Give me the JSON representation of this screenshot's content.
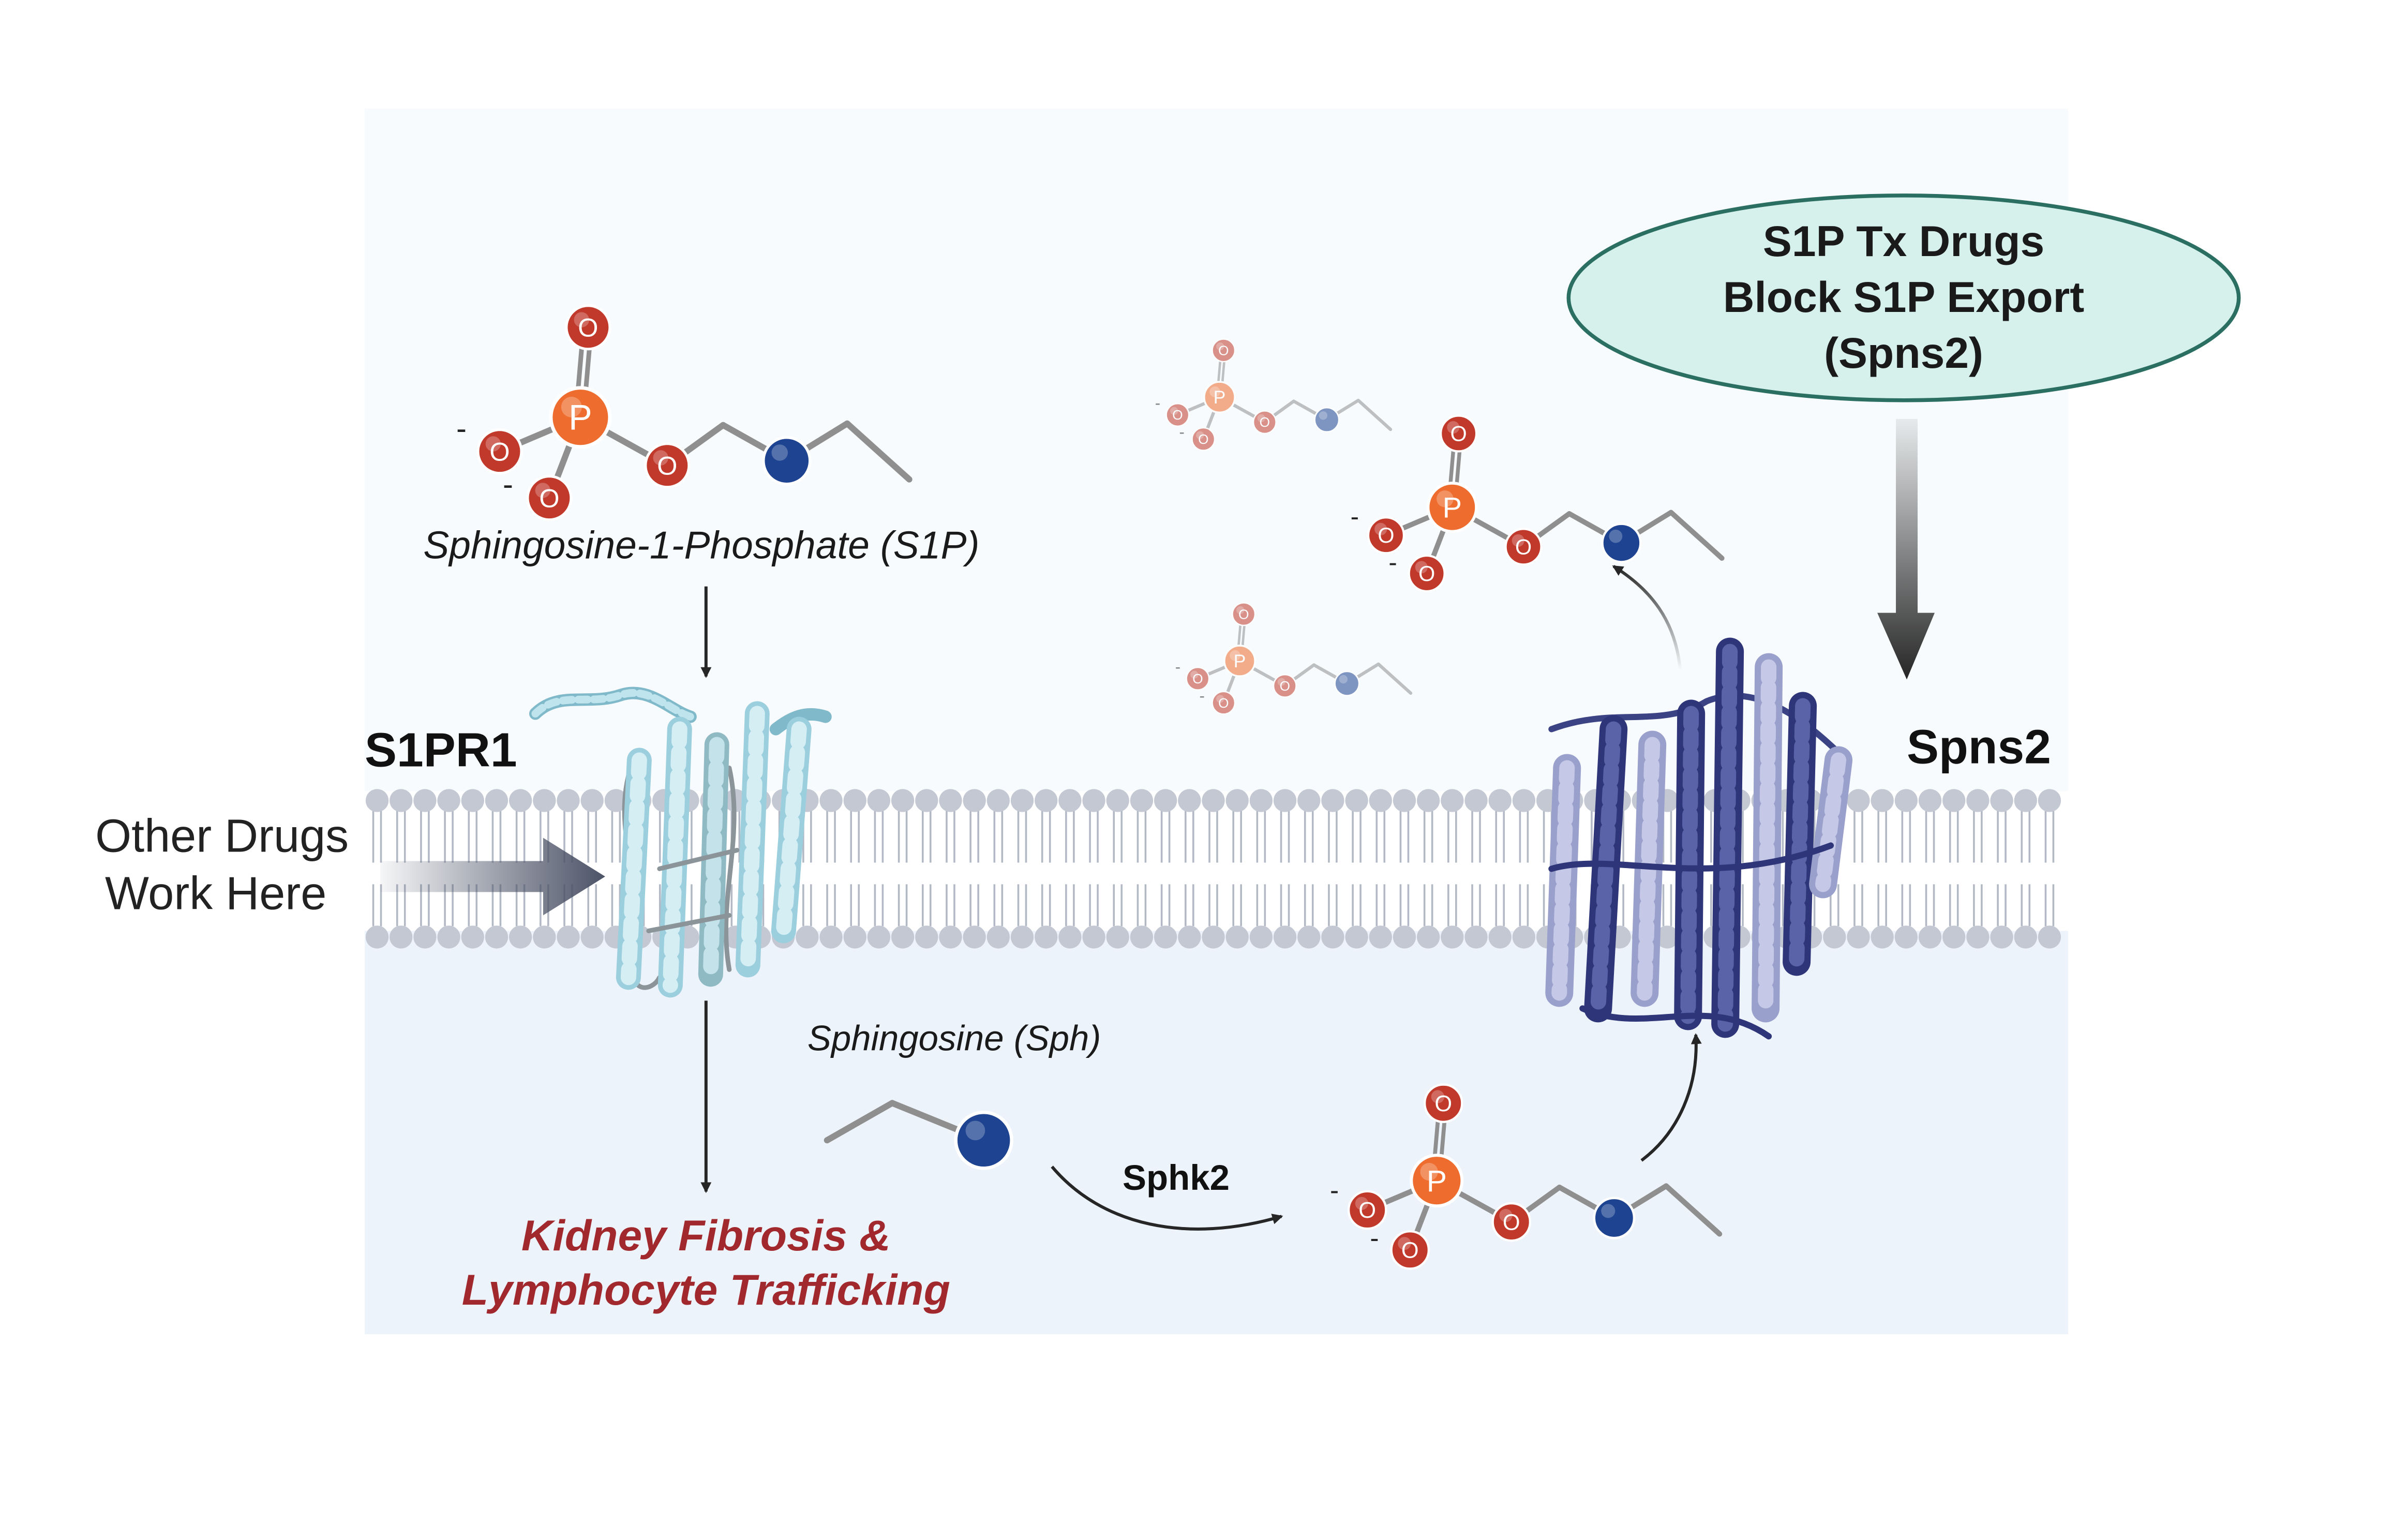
{
  "colors": {
    "extracellular_bg": "#f8fbfd",
    "intracellular_bg": "#edf3fb",
    "lipid_head": "#c3c8d3",
    "lipid_tail": "#b2b8c4",
    "oxygen": "#c0392b",
    "phosphorus": "#ee6d2e",
    "nitrogen": "#1d4391",
    "bond": "#8f8f8f",
    "arrow": "#262626",
    "outcome_text": "#a1282c",
    "callout_fill": "#d6f0eb",
    "callout_stroke": "#2b6f62",
    "s1pr1_protein": "#a6d7e3",
    "spns2_protein": "#3b4385"
  },
  "molecule": {
    "oxygen_letter": "O",
    "phosphorus_letter": "P",
    "charge": "-"
  },
  "labels": {
    "s1p_name": "Sphingosine-1-Phosphate (S1P)",
    "s1pr1": "S1PR1",
    "spns2": "Spns2",
    "other_drugs_line1": "Other Drugs",
    "other_drugs_line2": "Work Here",
    "sphingosine": "Sphingosine (Sph)",
    "sphk2": "Sphk2",
    "outcome_line1": "Kidney Fibrosis &",
    "outcome_line2": "Lymphocyte Trafficking"
  },
  "callout": {
    "line1": "S1P Tx Drugs",
    "line2": "Block S1P Export",
    "line3": "(Spns2)"
  },
  "icons": {
    "s1pr1_receptor": "s1pr1-helix-bundle-icon",
    "spns2_transporter": "spns2-helix-bundle-icon",
    "drug_arrow": "arrow-right-icon",
    "block_arrow": "arrow-down-icon"
  }
}
